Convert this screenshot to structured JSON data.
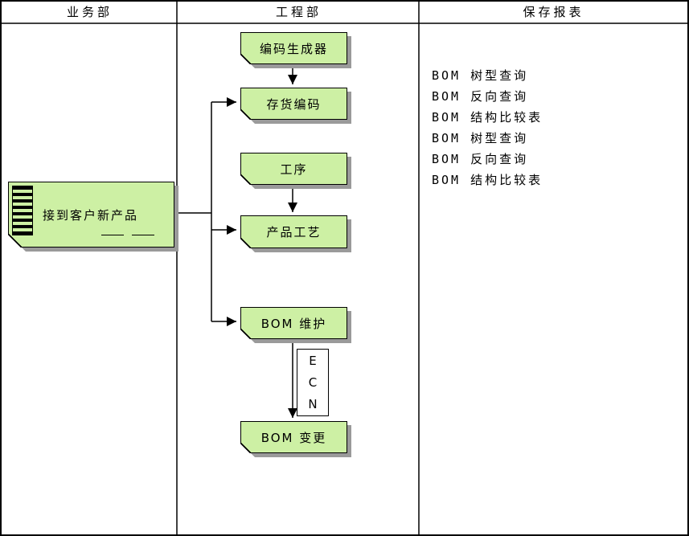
{
  "header": {
    "lanes": [
      "业务部",
      "工程部",
      "保存报表"
    ]
  },
  "nodes": {
    "receive": "接到客户新产品",
    "code_generator": "编码生成器",
    "inventory_code": "存货编码",
    "process": "工序",
    "product_craft": "产品工艺",
    "bom_maintain": "BOM 维护",
    "ecn": "E\nC\nN",
    "bom_change": "BOM 变更"
  },
  "reports": {
    "items": [
      "BOM 树型查询",
      "BOM 反向查询",
      "BOM 结构比较表",
      "BOM 树型查询",
      "BOM 反向查询",
      "BOM 结构比较表"
    ]
  },
  "colors": {
    "node_fill": "#cdf0a4",
    "node_border": "#000000",
    "shadow": "#9a9a9a",
    "line": "#000000",
    "background": "#ffffff"
  }
}
